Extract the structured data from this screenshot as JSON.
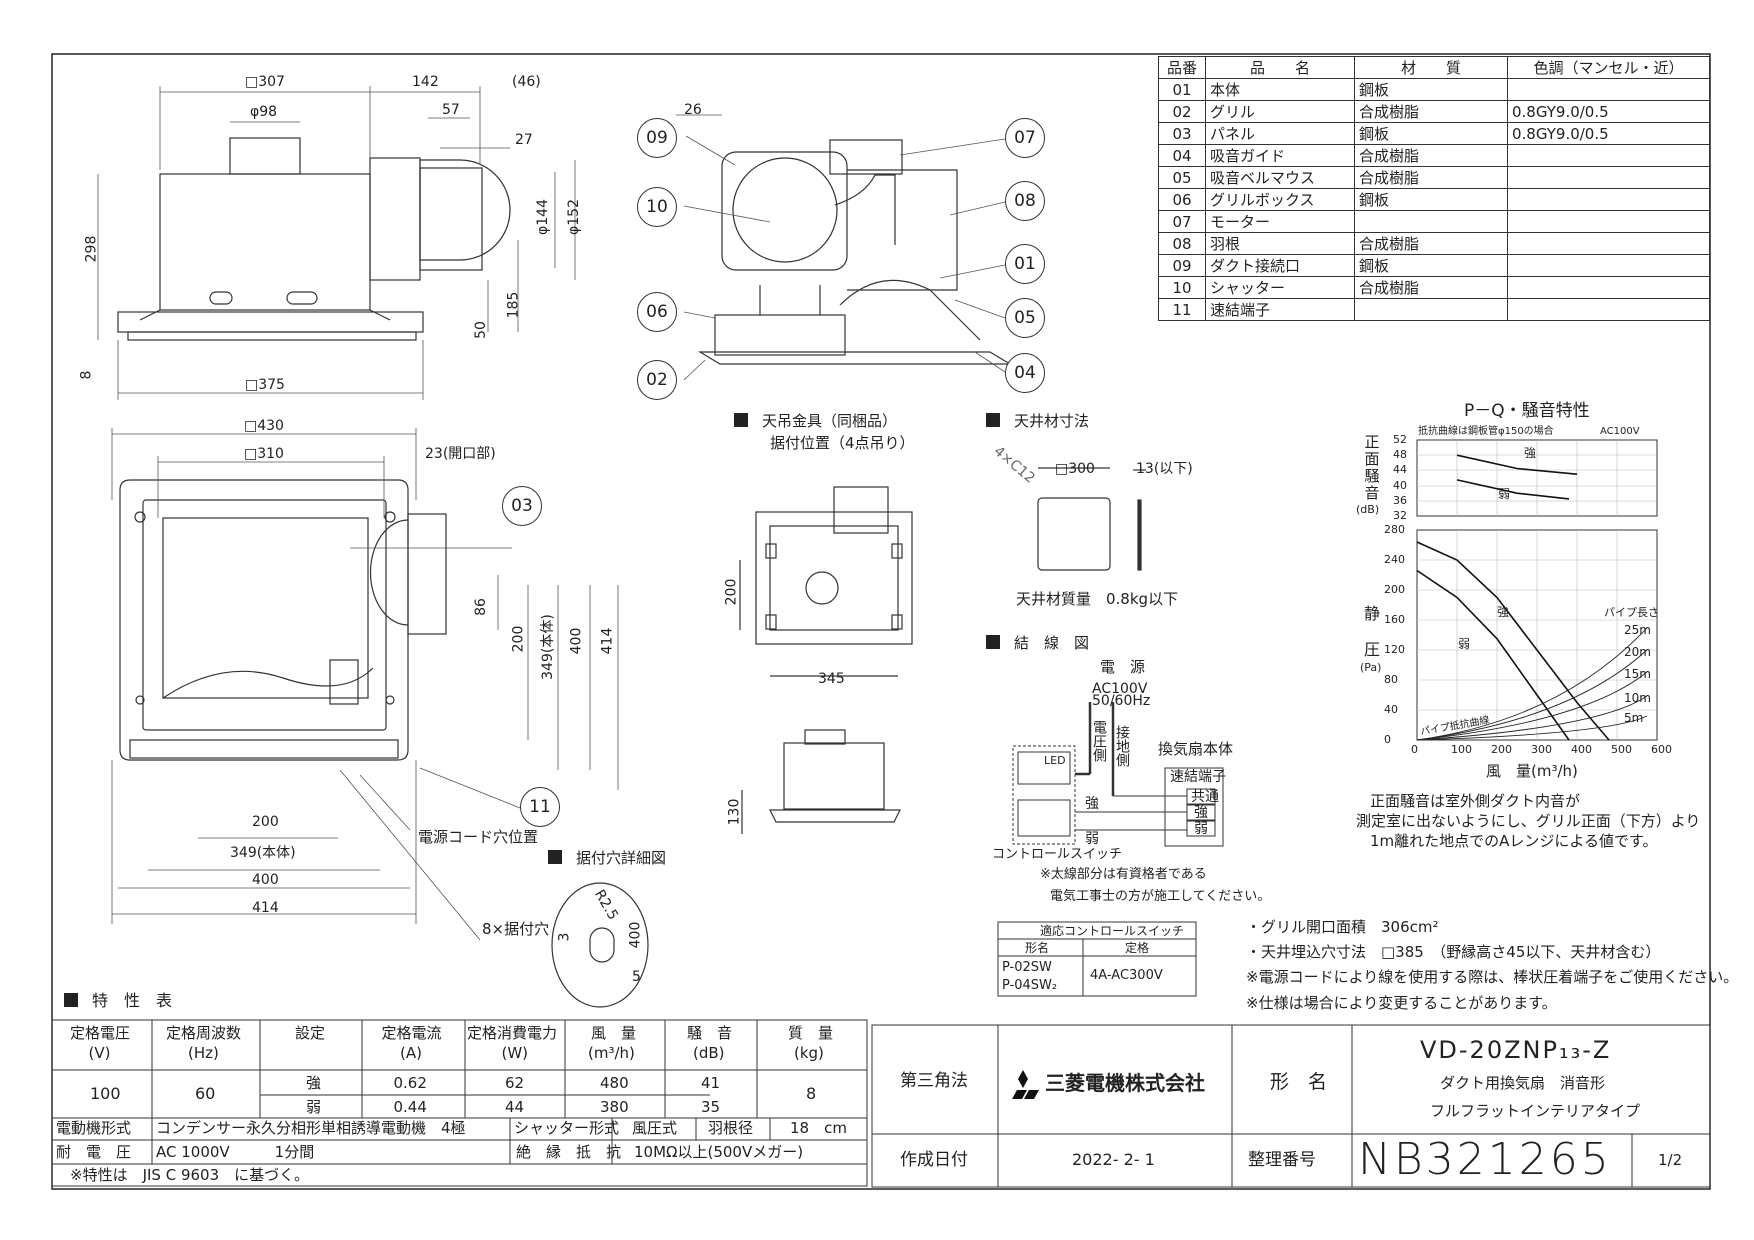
{
  "parts_table": {
    "headers": [
      "品番",
      "品　　名",
      "材　　質",
      "色調（マンセル・近）"
    ],
    "rows": [
      [
        "01",
        "本体",
        "鋼板",
        ""
      ],
      [
        "02",
        "グリル",
        "合成樹脂",
        "0.8GY9.0/0.5"
      ],
      [
        "03",
        "パネル",
        "鋼板",
        "0.8GY9.0/0.5"
      ],
      [
        "04",
        "吸音ガイド",
        "合成樹脂",
        ""
      ],
      [
        "05",
        "吸音ベルマウス",
        "合成樹脂",
        ""
      ],
      [
        "06",
        "グリルボックス",
        "鋼板",
        ""
      ],
      [
        "07",
        "モーター",
        "",
        ""
      ],
      [
        "08",
        "羽根",
        "合成樹脂",
        ""
      ],
      [
        "09",
        "ダクト接続口",
        "鋼板",
        ""
      ],
      [
        "10",
        "シャッター",
        "合成樹脂",
        ""
      ],
      [
        "11",
        "速結端子",
        "",
        ""
      ]
    ]
  },
  "top_view": {
    "dims": [
      "□307",
      "142",
      "(46)",
      "φ98",
      "57",
      "27",
      "298",
      "φ144",
      "φ152",
      "185",
      "50",
      "8",
      "□375"
    ]
  },
  "front_view": {
    "dims": [
      "□430",
      "□310",
      "23(開口部)",
      "86",
      "200",
      "349(本体)",
      "400",
      "414",
      "200",
      "349(本体)",
      "400",
      "414"
    ],
    "callout_power": "電源コード穴位置",
    "callout_mount": "8×据付穴"
  },
  "exploded": {
    "callouts": [
      "09",
      "07",
      "10",
      "08",
      "01",
      "06",
      "05",
      "02",
      "04",
      "03",
      "11"
    ],
    "dim_26": "26"
  },
  "hanger": {
    "title": "天吊金具（同梱品）",
    "subtitle": "据付位置（4点吊り）",
    "dim_200": "200",
    "dim_345": "345",
    "dim_130": "130"
  },
  "ceiling": {
    "title": "天井材寸法",
    "dim_hole": "4×C12",
    "dim_300": "□300",
    "dim_13": "13(以下)",
    "mass": "天井材質量　0.8kg以下"
  },
  "mount_detail": {
    "title": "据付穴詳細図",
    "dims": [
      "R2.5",
      "3",
      "400",
      "5"
    ]
  },
  "wiring": {
    "title": "結　線　図",
    "power": "電　源",
    "voltage": "AC100V",
    "freq": "50/60Hz",
    "live": "電圧側",
    "ground": "接地側",
    "unit": "換気扇本体",
    "terminal": "速結端子",
    "terms": [
      "共通",
      "強",
      "弱"
    ],
    "strong": "強",
    "weak": "弱",
    "led": "LED",
    "switch": "コントロールスイッチ",
    "note1": "※太線部分は有資格者である",
    "note2": "電気工事士の方が施工してください。"
  },
  "switch_table": {
    "title": "適応コントロールスイッチ",
    "h1": "形名",
    "h2": "定格",
    "m1": "P-02SW",
    "m2": "P-04SW₂",
    "rating": "4A-AC300V"
  },
  "pq_chart": {
    "title": "P－Q・騒音特性",
    "note": "抵抗曲線は鋼板管φ150の場合",
    "ac": "AC100V",
    "noise_ylabel": [
      "正",
      "面",
      "騒",
      "音"
    ],
    "noise_unit": "(dB)",
    "noise_ticks": [
      "52",
      "48",
      "44",
      "40",
      "36",
      "32"
    ],
    "press_ylabel": [
      "静",
      "圧"
    ],
    "press_unit": "(Pa)",
    "press_ticks": [
      "280",
      "240",
      "200",
      "160",
      "120",
      "80",
      "40",
      "0"
    ],
    "x_ticks": [
      "0",
      "100",
      "200",
      "300",
      "400",
      "500",
      "600"
    ],
    "xlabel": "風　量(m³/h)",
    "strong": "強",
    "weak": "弱",
    "pipe_title": "パイプ長さ",
    "pipes": [
      "25m",
      "20m",
      "15m",
      "10m",
      "5m"
    ],
    "pipe_curve": "パイプ抵抗曲線"
  },
  "chart_data": {
    "type": "line",
    "noise": {
      "series": [
        {
          "name": "強",
          "x": [
            100,
            250,
            400
          ],
          "y": [
            48,
            44.5,
            43
          ]
        },
        {
          "name": "弱",
          "x": [
            100,
            250,
            380
          ],
          "y": [
            41.5,
            38,
            36.5
          ]
        }
      ]
    },
    "pressure": {
      "series": [
        {
          "name": "強",
          "x": [
            0,
            100,
            200,
            300,
            400,
            480
          ],
          "y": [
            264,
            240,
            190,
            120,
            50,
            0
          ]
        },
        {
          "name": "弱",
          "x": [
            0,
            100,
            200,
            300,
            380
          ],
          "y": [
            226,
            190,
            135,
            60,
            0
          ]
        }
      ]
    }
  },
  "chart_note": [
    "正面騒音は室外側ダクト内音が",
    "測定室に出ないようにし、グリル正面（下方）より",
    "1m離れた地点でのAレンジによる値です。"
  ],
  "spec_notes": [
    "・グリル開口面積　306cm²",
    "・天井埋込穴寸法　□385　（野縁高さ45以下、天井材含む）",
    "※電源コードにより線を使用する際は、棒状圧着端子をご使用ください。",
    "※仕様は場合により変更することがあります。"
  ],
  "specs": {
    "title": "特　性　表",
    "headers": [
      "定格電圧",
      "定格周波数",
      "設定",
      "定格電流",
      "定格消費電力",
      "風　量",
      "騒　音",
      "質　量"
    ],
    "units": [
      "(V)",
      "(Hz)",
      "",
      "(A)",
      "(W)",
      "(m³/h)",
      "(dB)",
      "(kg)"
    ],
    "voltage": "100",
    "freq": "60",
    "mass": "8",
    "rows": [
      [
        "強",
        "0.62",
        "62",
        "480",
        "41"
      ],
      [
        "弱",
        "0.44",
        "44",
        "380",
        "35"
      ]
    ],
    "motor_label": "電動機形式",
    "motor": "コンデンサー永久分相形単相誘導電動機　4極",
    "shutter_label": "シャッター形式",
    "shutter": "風圧式",
    "blade_label": "羽根径",
    "blade": "18　cm",
    "withstand_label": "耐　電　圧",
    "withstand": "AC 1000V　　　1分間",
    "insul_label": "絶　縁　抵　抗",
    "insul": "10MΩ以上(500Vメガー)",
    "note": "※特性は　JIS C 9603　に基づく。"
  },
  "title_block": {
    "projection": "第三角法",
    "company": "三菱電機株式会社",
    "model_label": "形　名",
    "model": "VD-20ZNP₁₃-Z",
    "desc1": "ダクト用換気扇　消音形",
    "desc2": "フルフラットインテリアタイプ",
    "date_label": "作成日付",
    "date": "2022- 2- 1",
    "ref_label": "整理番号",
    "ref": "NB321265",
    "page": "1/2"
  }
}
